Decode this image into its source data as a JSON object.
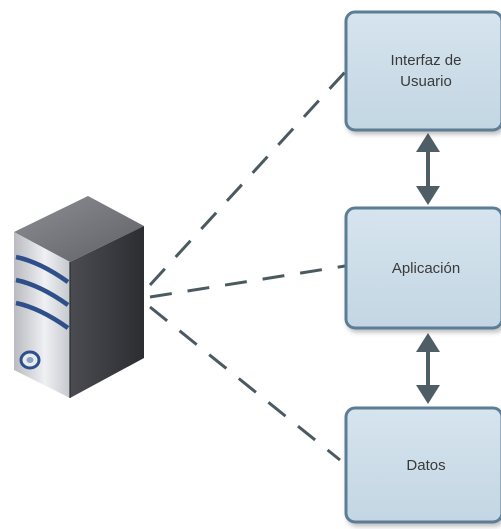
{
  "nodes": {
    "interface": {
      "lines": [
        "Interfaz de",
        "Usuario"
      ]
    },
    "application": {
      "lines": [
        "Aplicación"
      ]
    },
    "data": {
      "lines": [
        "Datos"
      ]
    }
  },
  "colors": {
    "box_fill": "#ccdde9",
    "box_stroke": "#5b7d95",
    "arrow": "#4f5e66",
    "dashed_line": "#4a5a60",
    "server_body": "#3c3d42",
    "server_side": "#6b6d72",
    "server_stripe": "#2f4f8a"
  },
  "icons": {
    "server": "server-tower-icon"
  }
}
